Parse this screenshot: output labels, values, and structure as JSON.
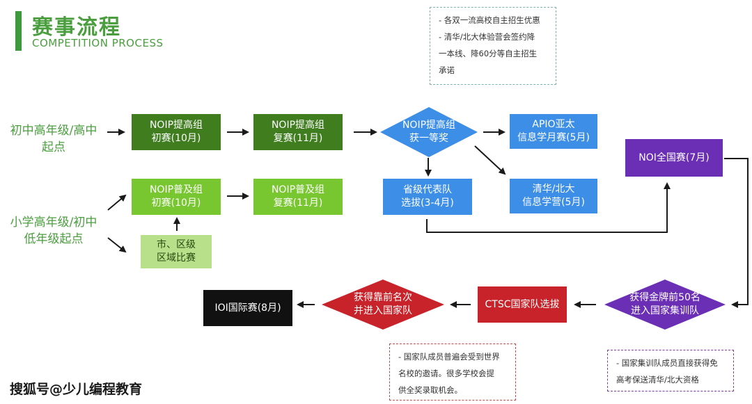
{
  "header": {
    "title_cn": "赛事流程",
    "title_en": "COMPETITION PROCESS"
  },
  "sources": {
    "high": "初中高年级/高中\n起点",
    "low": "小学高年级/初中\n低年级起点"
  },
  "nodes": {
    "noip_adv_prelim": "NOIP提高组\n初赛(10月)",
    "noip_adv_final": "NOIP提高组\n复赛(11月)",
    "noip_adv_first": "NOIP提高组\n获一等奖",
    "apio": "APIO亚太\n信息学月赛(5月)",
    "noi": "NOI全国赛(7月)",
    "noip_pop_prelim": "NOIP普及组\n初赛(10月)",
    "noip_pop_final": "NOIP普及组\n复赛(11月)",
    "province": "省级代表队\n选拔(3-4月)",
    "thu_pku": "清华/北大\n信息学营(5月)",
    "city": "市、区级\n区域比赛",
    "top50": "获得金牌前50名\n进入国家集训队",
    "ctsc": "CTSC国家队选拔",
    "national_team": "获得靠前名次\n并进入国家队",
    "ioi": "IOI国际赛(8月)"
  },
  "notes": {
    "blue": "- 各双一流高校自主招生优惠\n- 清华/北大体验营会签约降\n  一本线、降60分等自主招生\n  承诺",
    "red": "- 国家队成员普遍会受到世界\n  名校的邀请。很多学校会提\n  供全奖录取机会。",
    "purple": "- 国家集训队成员直接获得免\n  高考保送清华/北大资格"
  },
  "colors": {
    "dark_green": "#3f7d1f",
    "light_green": "#79c730",
    "pale_green": "#b8e08a",
    "blue": "#3d8ee6",
    "purple": "#6a2fb4",
    "red": "#c8232a",
    "black": "#111111"
  },
  "watermark": "搜狐号@少儿编程教育"
}
